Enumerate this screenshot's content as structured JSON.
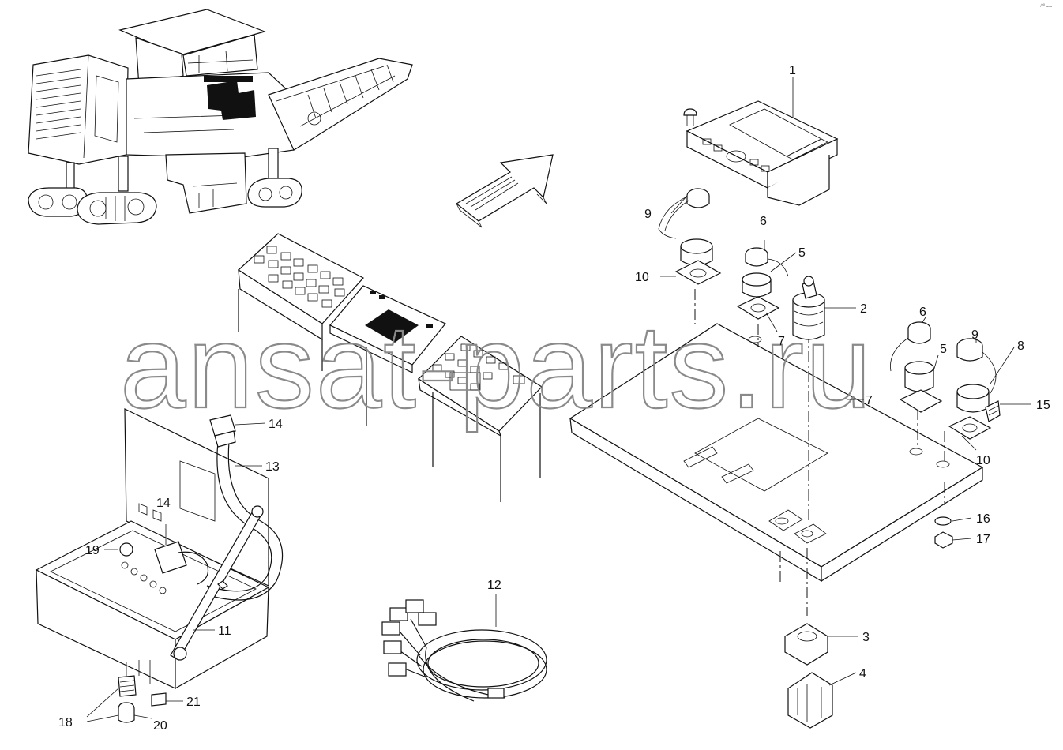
{
  "watermark": "ansat-parts.ru",
  "corner_mark": "ᵢ⁰⁰ ₐₐₐ",
  "callouts": {
    "c1": "1",
    "c2": "2",
    "c3": "3",
    "c4": "4",
    "c5a": "5",
    "c5b": "5",
    "c6a": "6",
    "c6b": "6",
    "c7a": "7",
    "c7b": "7",
    "c8": "8",
    "c9a": "9",
    "c9b": "9",
    "c10a": "10",
    "c10b": "10",
    "c11": "11",
    "c12": "12",
    "c13": "13",
    "c14a": "14",
    "c14b": "14",
    "c15": "15",
    "c16": "16",
    "c17": "17",
    "c18": "18",
    "c19": "19",
    "c20": "20",
    "c21": "21"
  }
}
